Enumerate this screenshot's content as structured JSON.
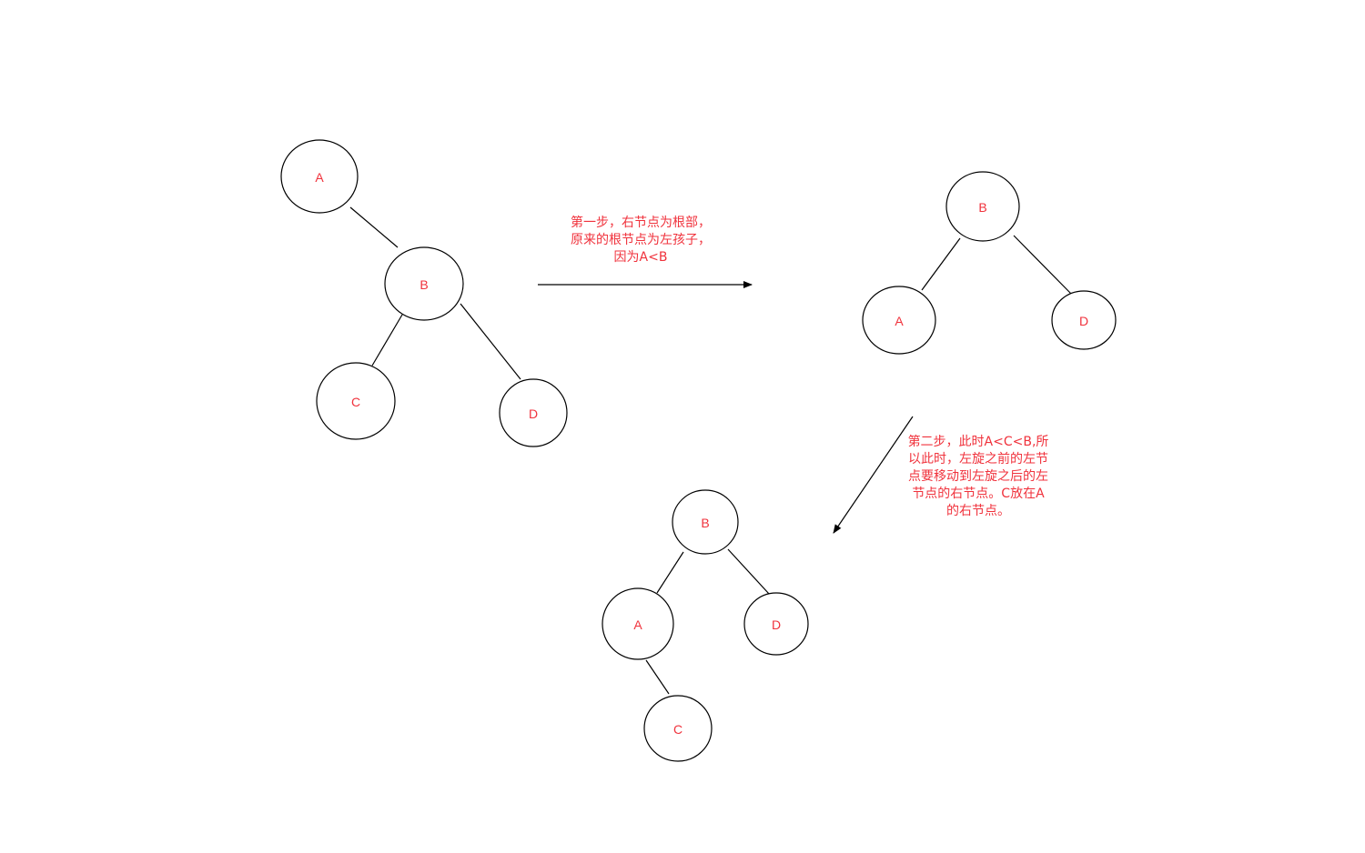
{
  "colors": {
    "text_accent": "#f0323c",
    "stroke": "#000000",
    "background": "#ffffff"
  },
  "trees": [
    {
      "id": "initial",
      "nodes": [
        {
          "id": "A",
          "label": "A"
        },
        {
          "id": "B",
          "label": "B"
        },
        {
          "id": "C",
          "label": "C"
        },
        {
          "id": "D",
          "label": "D"
        }
      ],
      "edges": [
        [
          "A",
          "B"
        ],
        [
          "B",
          "C"
        ],
        [
          "B",
          "D"
        ]
      ]
    },
    {
      "id": "after-step-1",
      "nodes": [
        {
          "id": "B",
          "label": "B"
        },
        {
          "id": "A",
          "label": "A"
        },
        {
          "id": "D",
          "label": "D"
        }
      ],
      "edges": [
        [
          "B",
          "A"
        ],
        [
          "B",
          "D"
        ]
      ]
    },
    {
      "id": "after-step-2",
      "nodes": [
        {
          "id": "B",
          "label": "B"
        },
        {
          "id": "A",
          "label": "A"
        },
        {
          "id": "D",
          "label": "D"
        },
        {
          "id": "C",
          "label": "C"
        }
      ],
      "edges": [
        [
          "B",
          "A"
        ],
        [
          "B",
          "D"
        ],
        [
          "A",
          "C"
        ]
      ]
    }
  ],
  "annotations": {
    "step1": {
      "lines": [
        "第一步，右节点为根部，",
        "原来的根节点为左孩子，",
        "因为A<B"
      ]
    },
    "step2": {
      "lines": [
        "第二步，此时A<C<B,所",
        "以此时，左旋之前的左节",
        "点要移动到左旋之后的左",
        "节点的右节点。C放在A",
        "的右节点。"
      ]
    }
  }
}
